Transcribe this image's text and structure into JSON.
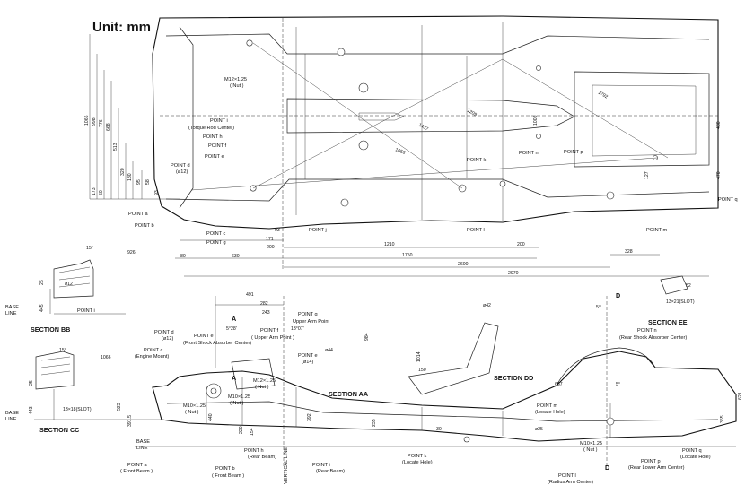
{
  "unit_label": "Unit: mm",
  "top_view": {
    "points": [
      {
        "id": "i",
        "label": "POINT i",
        "sub": "(Torque Rod Center)"
      },
      {
        "id": "h",
        "label": "POINT h"
      },
      {
        "id": "f",
        "label": "POINT f"
      },
      {
        "id": "e",
        "label": "POINT e"
      },
      {
        "id": "d",
        "label": "POINT d",
        "sub": "(ø12)"
      },
      {
        "id": "a",
        "label": "POINT a"
      },
      {
        "id": "b",
        "label": "POINT b"
      },
      {
        "id": "c",
        "label": "POINT c"
      },
      {
        "id": "g",
        "label": "POINT g"
      },
      {
        "id": "j",
        "label": "POINT j"
      },
      {
        "id": "k",
        "label": "POINT k"
      },
      {
        "id": "n",
        "label": "POINT n"
      },
      {
        "id": "l",
        "label": "POINT l"
      },
      {
        "id": "p",
        "label": "POINT p"
      },
      {
        "id": "m",
        "label": "POINT m"
      },
      {
        "id": "q",
        "label": "POINT q"
      }
    ],
    "nut_label": "M12×1.25",
    "nut_sub": "( Nut )",
    "left_dims": [
      "1066",
      "998",
      "776",
      "668",
      "513",
      "320",
      "180",
      "95",
      "58",
      "173",
      "50",
      "93"
    ],
    "bottom_dims": [
      "80",
      "630",
      "200",
      "171",
      "93",
      "1210",
      "200",
      "1750",
      "2600",
      "2970",
      "328"
    ],
    "diagonals": [
      "1656",
      "1437",
      "1792",
      "1209"
    ],
    "misc_dims": [
      "1006",
      "480",
      "470",
      "127",
      "926"
    ]
  },
  "section_bb": {
    "title": "SECTION BB",
    "angle": "15°",
    "dia": "ø12",
    "point": "POINT i",
    "base": "BASE",
    "line": "LINE",
    "dims": [
      "25",
      "445"
    ]
  },
  "section_cc": {
    "title": "SECTION CC",
    "angle": "15°",
    "slot": "13×18(SLOT)",
    "base": "BASE",
    "line": "LINE",
    "dims": [
      "25",
      "1066",
      "443"
    ]
  },
  "section_aa": {
    "title": "SECTION AA",
    "labels": [
      {
        "id": "d",
        "label": "POINT d",
        "sub": "(ø12)"
      },
      {
        "id": "e",
        "label": "POINT e",
        "sub": "(Front Shock Absorber Center)"
      },
      {
        "id": "c",
        "label": "POINT c",
        "sub": "(Engine Mount)"
      },
      {
        "id": "g",
        "label": "POINT g",
        "sub": "Upper Arm Point"
      },
      {
        "id": "f",
        "label": "POINT f",
        "sub": "( Upper Arm Point )"
      },
      {
        "id": "e2",
        "label": "POINT e",
        "sub": "(ø14)"
      },
      {
        "id": "a",
        "label": "POINT a",
        "sub": "( Front Beam )"
      },
      {
        "id": "b",
        "label": "POINT b",
        "sub": "( Front Beam )"
      },
      {
        "id": "h",
        "label": "POINT h",
        "sub": "(Rear Beam)"
      },
      {
        "id": "i",
        "label": "POINT i",
        "sub": "(Rear Beam)"
      }
    ],
    "nuts": [
      "M12×1.25",
      "( Nut )",
      "M10×1.25",
      "( Nut )",
      "M10×1.25",
      "( Nut )"
    ],
    "vertical_line": "VERTICAL LINE",
    "base": "BASE",
    "line": "LINE",
    "dims": [
      "491",
      "282",
      "243",
      "984",
      "523",
      "391.5",
      "440",
      "392",
      "235",
      "220",
      "154",
      "13°07'",
      "5°28'",
      "ø44"
    ]
  },
  "section_dd": {
    "title": "SECTION DD",
    "dims": [
      "1014",
      "150",
      "ø42",
      "657",
      "ø25",
      "30"
    ],
    "angle": "5°"
  },
  "section_ee": {
    "title": "SECTION EE",
    "slot": "13×21(SLOT)",
    "dims": [
      "52",
      "621",
      "355",
      "5°"
    ]
  },
  "side_points": [
    {
      "id": "n",
      "label": "POINT n",
      "sub": "(Rear Shock Absorber Center)"
    },
    {
      "id": "m",
      "label": "POINT m",
      "sub": "(Locate Hole)"
    },
    {
      "id": "p",
      "label": "POINT p",
      "sub": "(Rear Lower Arm Center)"
    },
    {
      "id": "q",
      "label": "POINT q",
      "sub": "(Locate Hole)"
    },
    {
      "id": "k",
      "label": "POINT k",
      "sub": "(Locate Hole)"
    },
    {
      "id": "l",
      "label": "POINT l",
      "sub": "(Radius Arm Center)"
    }
  ],
  "side_nut": [
    "M10×1.25",
    "( Nut )"
  ],
  "section_markers": [
    "A",
    "A",
    "D",
    "D"
  ]
}
